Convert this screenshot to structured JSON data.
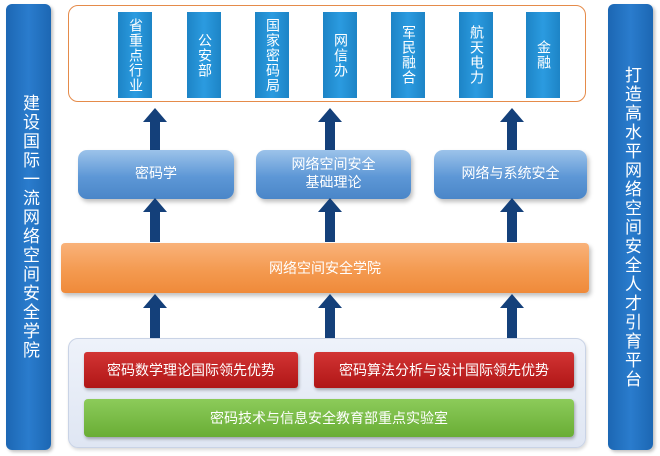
{
  "left_banner": "建设国际一流网络空间安全学院",
  "right_banner": "打造高水平网络空间安全人才引育平台",
  "top_orgs": [
    "省重点行业",
    "公安部",
    "国家密码局",
    "网信办",
    "军民融合",
    "航天电力",
    "金融"
  ],
  "disciplines": [
    {
      "line1": "密码学",
      "line2": ""
    },
    {
      "line1": "网络空间安全",
      "line2": "基础理论"
    },
    {
      "line1": "网络与系统安全",
      "line2": ""
    }
  ],
  "school": "网络空间安全学院",
  "advantages": [
    "密码数学理论国际领先优势",
    "密码算法分析与设计国际领先优势"
  ],
  "lab": "密码技术与信息安全教育部重点实验室",
  "colors": {
    "side_blue": "#1c67b3",
    "org_blue": "#2b9be0",
    "frame_orange": "#e58b4a",
    "school_orange": "#f49a50",
    "advantage_red": "#b01616",
    "lab_green": "#69ad35",
    "arrow_navy": "#14407a"
  }
}
